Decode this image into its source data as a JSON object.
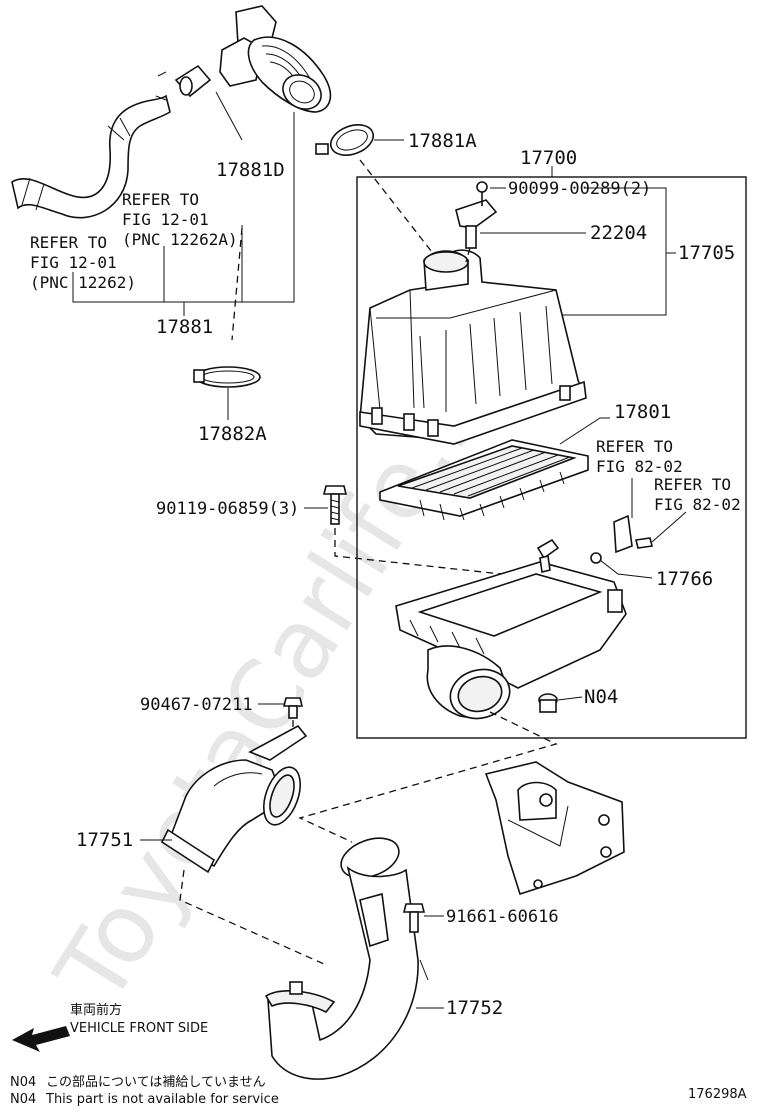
{
  "watermark": "ToyotaCarlife.ru",
  "labels": {
    "p17881A": "17881A",
    "p17700": "17700",
    "p17881D": "17881D",
    "p90099": "90099-00289(2)",
    "p22204": "22204",
    "p17705": "17705",
    "p17881": "17881",
    "p17882A": "17882A",
    "p17801": "17801",
    "p90119": "90119-06859(3)",
    "p17766": "17766",
    "pN04": "N04",
    "p90467": "90467-07211",
    "p17751": "17751",
    "p91661": "91661-60616",
    "p17752": "17752"
  },
  "refs": {
    "ref_a": [
      "REFER TO",
      "FIG 12-01",
      "(PNC 12262A)"
    ],
    "ref_b": [
      "REFER TO",
      "FIG 12-01",
      "(PNC 12262)"
    ],
    "ref_c": [
      "REFER TO",
      "FIG 82-02"
    ],
    "ref_d": [
      "REFER TO",
      "FIG 82-02"
    ]
  },
  "direction": {
    "jp": "車両前方",
    "en": "VEHICLE FRONT SIDE"
  },
  "footnotes": [
    {
      "code": "N04",
      "text": "この部品については補給していません"
    },
    {
      "code": "N04",
      "text": "This part is not available for service"
    }
  ],
  "figure_id": "176298A"
}
